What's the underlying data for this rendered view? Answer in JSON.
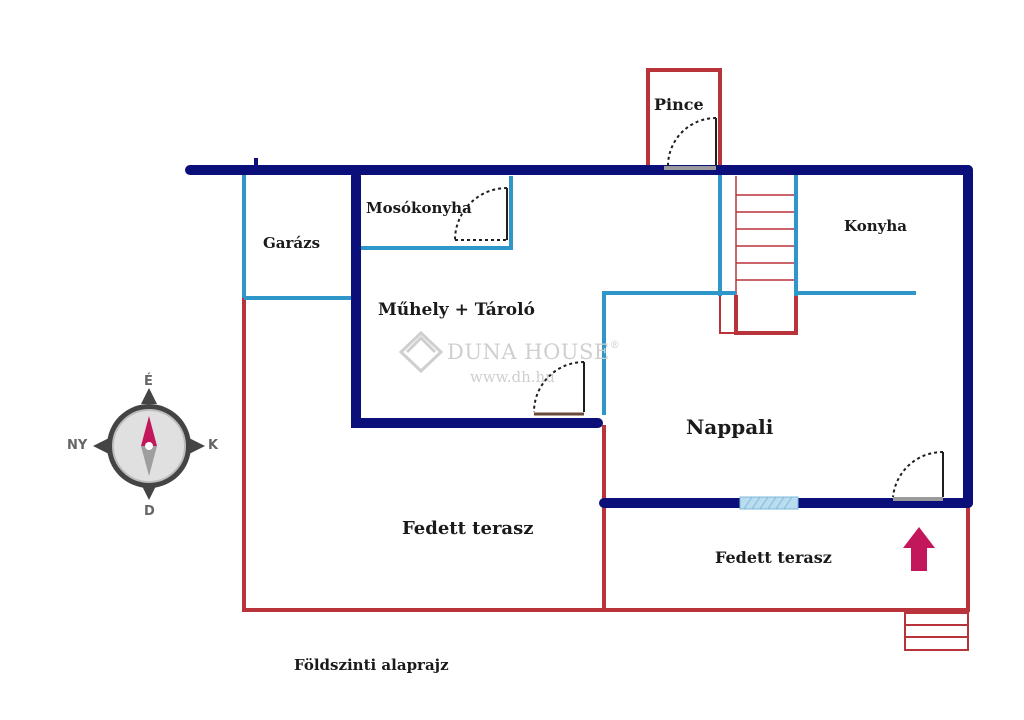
{
  "colors": {
    "outer_wall": "#0b0f7a",
    "inner_wall": "#2f96c9",
    "terrace_wall": "#b8343a",
    "door": "#1e1e1e",
    "arrow": "#c2185b",
    "watermark": "#cfcfcf"
  },
  "rooms": {
    "pince": "Pince",
    "mosokonyha": "Mosókonyha",
    "garazs": "Garázs",
    "konyha": "Konyha",
    "muhely": "Műhely + Tároló",
    "nappali": "Nappali",
    "terasz_left": "Fedett terasz",
    "terasz_right": "Fedett terasz"
  },
  "watermark": {
    "brand": "DUNA HOUSE",
    "registered": "®",
    "url": "www.dh.hu"
  },
  "compass": {
    "north": "É",
    "south": "D",
    "east": "K",
    "west": "NY"
  },
  "caption": "Földszinti alaprajz",
  "icons": {
    "compass": "compass-icon",
    "entrance": "entrance-arrow-icon",
    "logo": "duna-house-logo-icon"
  }
}
